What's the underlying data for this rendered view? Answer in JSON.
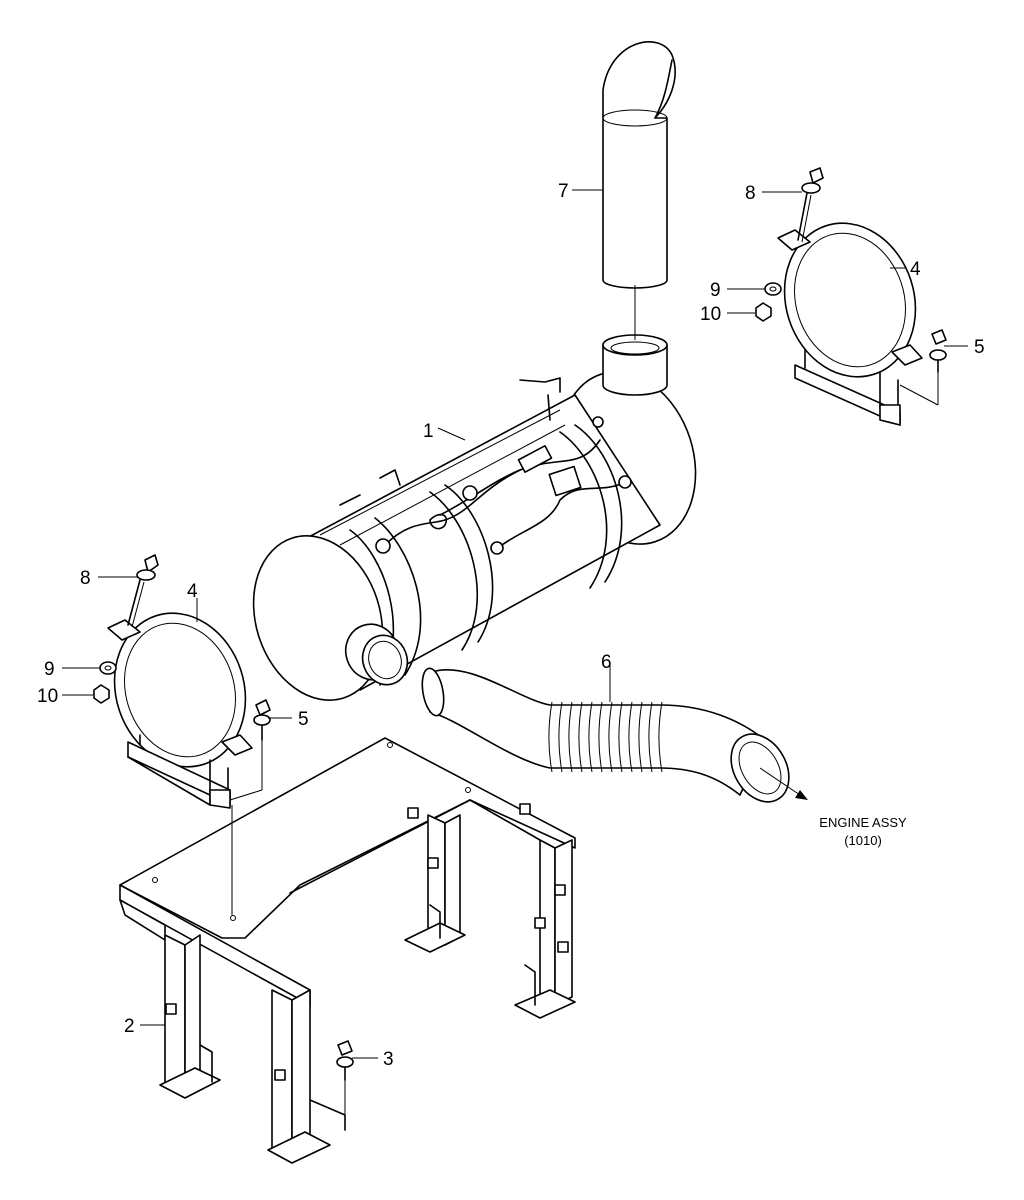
{
  "diagram": {
    "callouts": {
      "muffler": "1",
      "bracket": "2",
      "bolt_bracket": "3",
      "band_left": "4",
      "band_right": "4",
      "bolt_band_left": "5",
      "bolt_band_right": "5",
      "pipe": "6",
      "tail_pipe": "7",
      "bolt_left": "8",
      "bolt_right": "8",
      "washer_left": "9",
      "washer_right": "9",
      "nut_left": "10",
      "nut_right": "10"
    },
    "reference": {
      "line1": "ENGINE ASSY",
      "line2": "(1010)"
    }
  }
}
